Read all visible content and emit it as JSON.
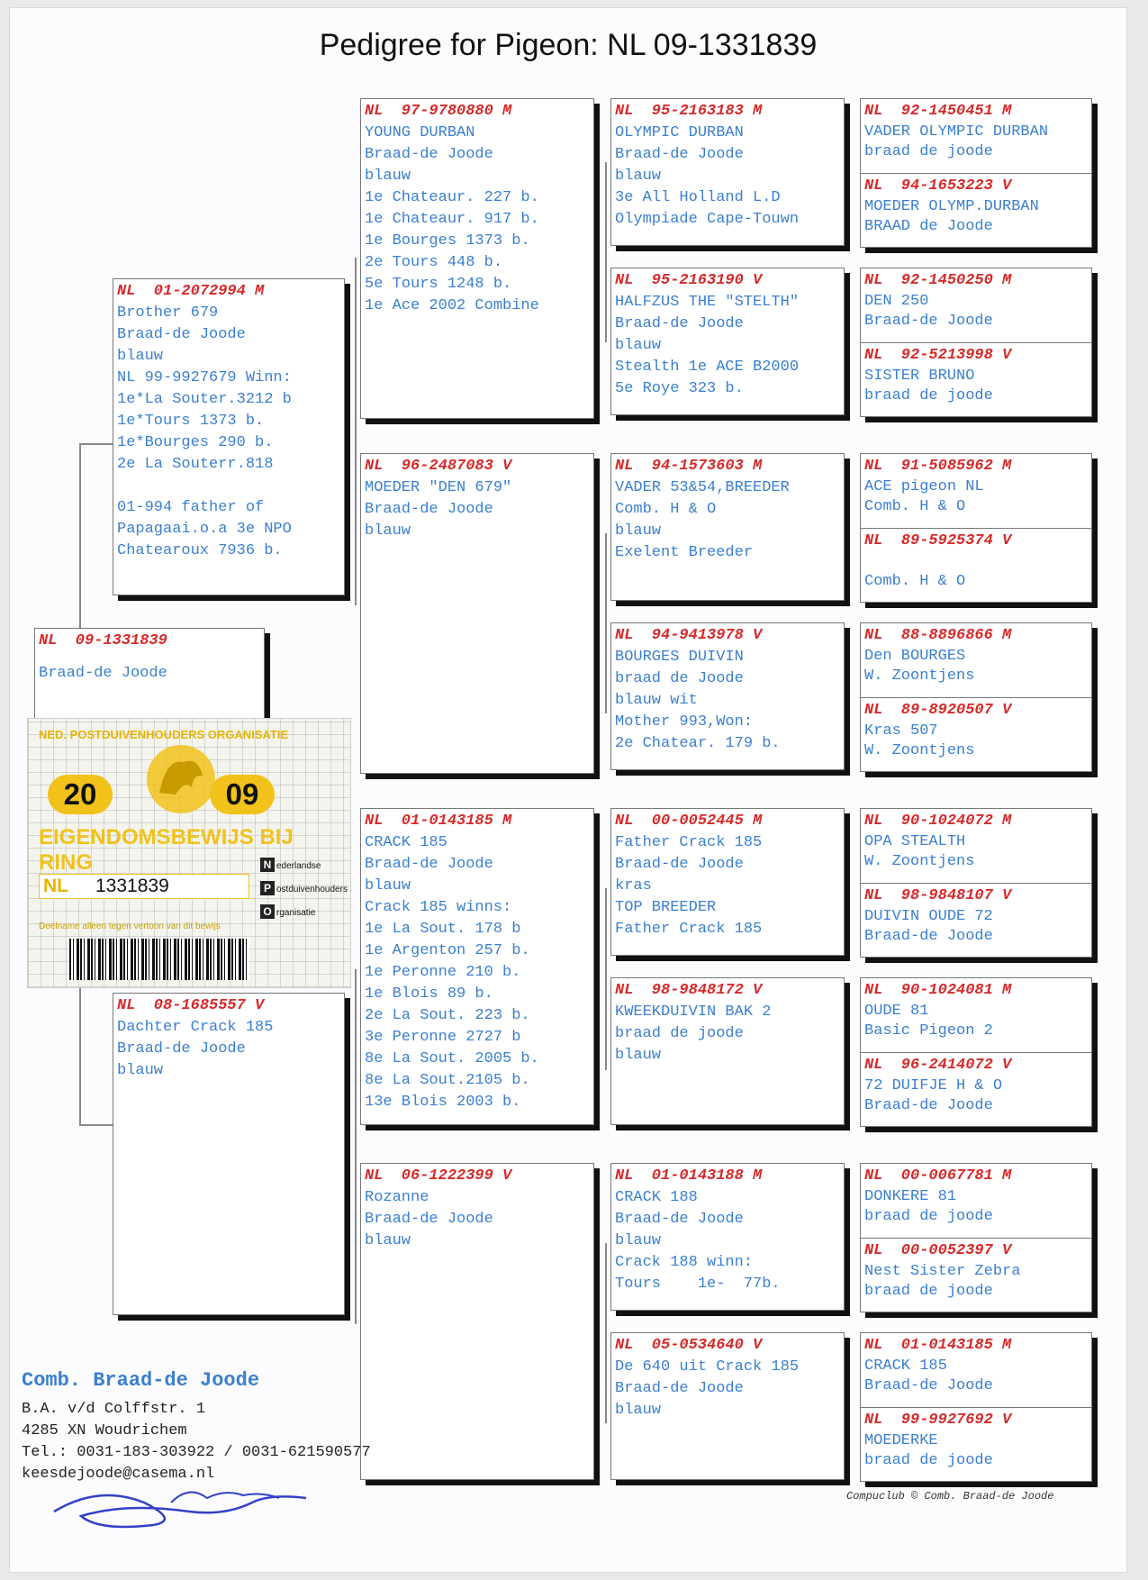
{
  "title": "Pedigree for Pigeon: NL  09-1331839",
  "subject": {
    "ring": "NL  09-1331839",
    "text": "Braad-de Joode"
  },
  "sire": {
    "ring": "NL  01-2072994 M",
    "lines": "Brother 679\nBraad-de Joode\nblauw\nNL 99-9927679 Winn:\n1e*La Souter.3212 b\n1e*Tours 1373 b.\n1e*Bourges 290 b.\n2e La Souterr.818\n\n01-994 father of\nPapagaai.o.a 3e NPO\nChatearoux 7936 b."
  },
  "dam": {
    "ring": "NL  08-1685557 V",
    "lines": "Dachter Crack 185\nBraad-de Joode\nblauw"
  },
  "gen2": [
    {
      "ring": "NL  97-9780880 M",
      "lines": "YOUNG DURBAN\nBraad-de Joode\nblauw\n1e Chateaur. 227 b.\n1e Chateaur. 917 b.\n1e Bourges 1373 b.\n2e Tours 448 b.\n5e Tours 1248 b.\n1e Ace 2002 Combine"
    },
    {
      "ring": "NL  96-2487083 V",
      "lines": "MOEDER \"DEN 679\"\nBraad-de Joode\nblauw"
    },
    {
      "ring": "NL  01-0143185 M",
      "lines": "CRACK 185\nBraad-de Joode\nblauw\nCrack 185 winns:\n1e La Sout. 178 b\n1e Argenton 257 b.\n1e Peronne 210 b.\n1e Blois 89 b.\n2e La Sout. 223 b.\n3e Peronne 2727 b\n8e La Sout. 2005 b.\n8e La Sout.2105 b.\n13e Blois 2003 b."
    },
    {
      "ring": "NL  06-1222399 V",
      "lines": "Rozanne\nBraad-de Joode\nblauw"
    }
  ],
  "gen3": [
    {
      "ring": "NL  95-2163183 M",
      "lines": "OLYMPIC DURBAN\nBraad-de Joode\nblauw\n3e All Holland L.D\nOlympiade Cape-Touwn"
    },
    {
      "ring": "NL  95-2163190 V",
      "lines": "HALFZUS THE \"STELTH\"\nBraad-de Joode\nblauw\nStealth 1e ACE B2000\n5e Roye 323 b."
    },
    {
      "ring": "NL  94-1573603 M",
      "lines": "VADER 53&54,BREEDER\nComb. H & O\nblauw\nExelent Breeder"
    },
    {
      "ring": "NL  94-9413978 V",
      "lines": "BOURGES DUIVIN\nbraad de Joode\nblauw wit\nMother 993,Won:\n2e Chatear. 179 b."
    },
    {
      "ring": "NL  00-0052445 M",
      "lines": "Father Crack 185\nBraad-de Joode\nkras\nTOP BREEDER\nFather Crack 185"
    },
    {
      "ring": "NL  98-9848172 V",
      "lines": "KWEEKDUIVIN BAK 2\nbraad de joode\nblauw"
    },
    {
      "ring": "NL  01-0143188 M",
      "lines": "CRACK 188\nBraad-de Joode\nblauw\nCrack 188 winn:\nTours    1e-  77b."
    },
    {
      "ring": "NL  05-0534640 V",
      "lines": "De 640 uit Crack 185\nBraad-de Joode\nblauw"
    }
  ],
  "gen4": [
    {
      "ring": "NL  92-1450451 M",
      "lines": "VADER OLYMPIC DURBAN\nbraad de joode"
    },
    {
      "ring": "NL  94-1653223 V",
      "lines": "MOEDER OLYMP.DURBAN\nBRAAD de Joode"
    },
    {
      "ring": "NL  92-1450250 M",
      "lines": "DEN 250\nBraad-de Joode"
    },
    {
      "ring": "NL  92-5213998 V",
      "lines": "SISTER BRUNO\nbraad de joode"
    },
    {
      "ring": "NL  91-5085962 M",
      "lines": "ACE pigeon NL\nComb. H & O"
    },
    {
      "ring": "NL  89-5925374 V",
      "lines": "\nComb. H & O"
    },
    {
      "ring": "NL  88-8896866 M",
      "lines": "Den BOURGES\nW. Zoontjens"
    },
    {
      "ring": "NL  89-8920507 V",
      "lines": "Kras 507\nW. Zoontjens"
    },
    {
      "ring": "NL  90-1024072 M",
      "lines": "OPA STEALTH\nW. Zoontjens"
    },
    {
      "ring": "NL  98-9848107 V",
      "lines": "DUIVIN OUDE 72\nBraad-de Joode"
    },
    {
      "ring": "NL  90-1024081 M",
      "lines": "OUDE 81\nBasic Pigeon 2"
    },
    {
      "ring": "NL  96-2414072 V",
      "lines": "72 DUIFJE H & O\nBraad-de Joode"
    },
    {
      "ring": "NL  00-0067781 M",
      "lines": "DONKERE 81\nbraad de joode"
    },
    {
      "ring": "NL  00-0052397 V",
      "lines": "Nest Sister Zebra\nbraad de joode"
    },
    {
      "ring": "NL  01-0143185 M",
      "lines": "CRACK 185\nBraad-de Joode"
    },
    {
      "ring": "NL  99-9927692 V",
      "lines": "MOEDERKE\nbraad de joode"
    }
  ],
  "ring_card": {
    "org": "NED. POSTDUIVENHOUDERS ORGANISATIE",
    "year_left": "20",
    "year_right": "09",
    "heading": "EIGENDOMSBEWIJS BIJ RING",
    "country": "NL",
    "number": "1331839",
    "npo_n": "ederlandse",
    "npo_p": "ostduivenhouders",
    "npo_o": "rganisatie",
    "small": "Deelname alleen tegen vertoon van dit bewijs"
  },
  "footer": {
    "name": "Comb. Braad-de Joode",
    "address1": "B.A. v/d Colffstr. 1",
    "address2": "4285 XN  Woudrichem",
    "phone": "Tel.: 0031-183-303922 / 0031-621590577",
    "email": "keesdejoode@casema.nl",
    "credit": "Compuclub © Comb. Braad-de Joode"
  },
  "colors": {
    "ring_text": "#d62a2a",
    "body_text": "#3a7fcf"
  }
}
